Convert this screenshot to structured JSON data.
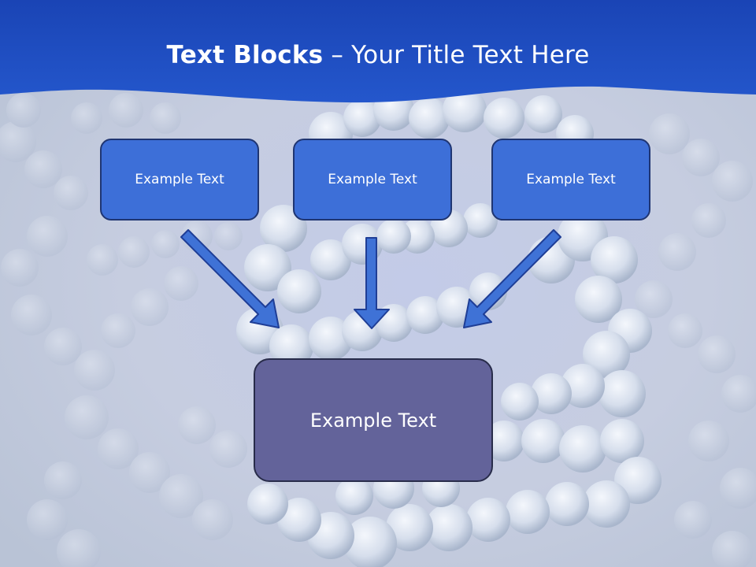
{
  "slide": {
    "title_bold": "Text Blocks",
    "title_dash": " – ",
    "title_rest": "Your Title Text Here",
    "boxes": [
      {
        "label": "Example Text"
      },
      {
        "label": "Example Text"
      },
      {
        "label": "Example Text"
      }
    ],
    "result_box": {
      "label": "Example Text"
    }
  },
  "colors": {
    "header_blue": "#1d4fc0",
    "box_fill": "#3d6fd8",
    "box_border": "#1f3572",
    "result_fill": "#63639a",
    "arrow_fill": "#3f72d6"
  }
}
